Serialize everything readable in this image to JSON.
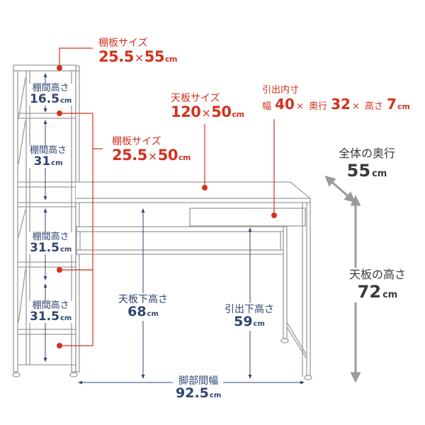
{
  "diagram": {
    "type": "furniture-dimension-diagram",
    "colors": {
      "red_callout": "#d2321f",
      "navy_dimension": "#2f4470",
      "gray_overall": "#9a9a9a",
      "furniture_line": "#9b9b9b"
    },
    "callouts": {
      "top_shelf": {
        "title": "棚板サイズ",
        "w": "25.5",
        "x": "×",
        "d": "55",
        "unit": "cm"
      },
      "desktop": {
        "title": "天板サイズ",
        "w": "120",
        "x": "×",
        "d": "50",
        "unit": "cm"
      },
      "drawer": {
        "title": "引出内寸",
        "w_label": "幅",
        "w": "40",
        "x1": "×",
        "d_label": "奥行",
        "d": "32",
        "x2": "×",
        "h_label": "高さ",
        "h": "7",
        "unit": "cm"
      },
      "shelf": {
        "title": "棚板サイズ",
        "w": "25.5",
        "x": "×",
        "d": "50",
        "unit": "cm"
      }
    },
    "shelf_gaps": [
      {
        "label": "棚間高さ",
        "value": "16.5",
        "unit": "cm"
      },
      {
        "label": "棚間高さ",
        "value": "31",
        "unit": "cm"
      },
      {
        "label": "棚間高さ",
        "value": "31.5",
        "unit": "cm"
      },
      {
        "label": "棚間高さ",
        "value": "31.5",
        "unit": "cm"
      }
    ],
    "under_desk": {
      "label": "天板下高さ",
      "value": "68",
      "unit": "cm"
    },
    "under_drawer": {
      "label": "引出下高さ",
      "value": "59",
      "unit": "cm"
    },
    "leg_span": {
      "label": "脚部間幅",
      "value": "92.5",
      "unit": "cm"
    },
    "overall_depth": {
      "label": "全体の奥行",
      "value": "55",
      "unit": "cm"
    },
    "desk_height": {
      "label": "天板の高さ",
      "value": "72",
      "unit": "cm"
    }
  }
}
